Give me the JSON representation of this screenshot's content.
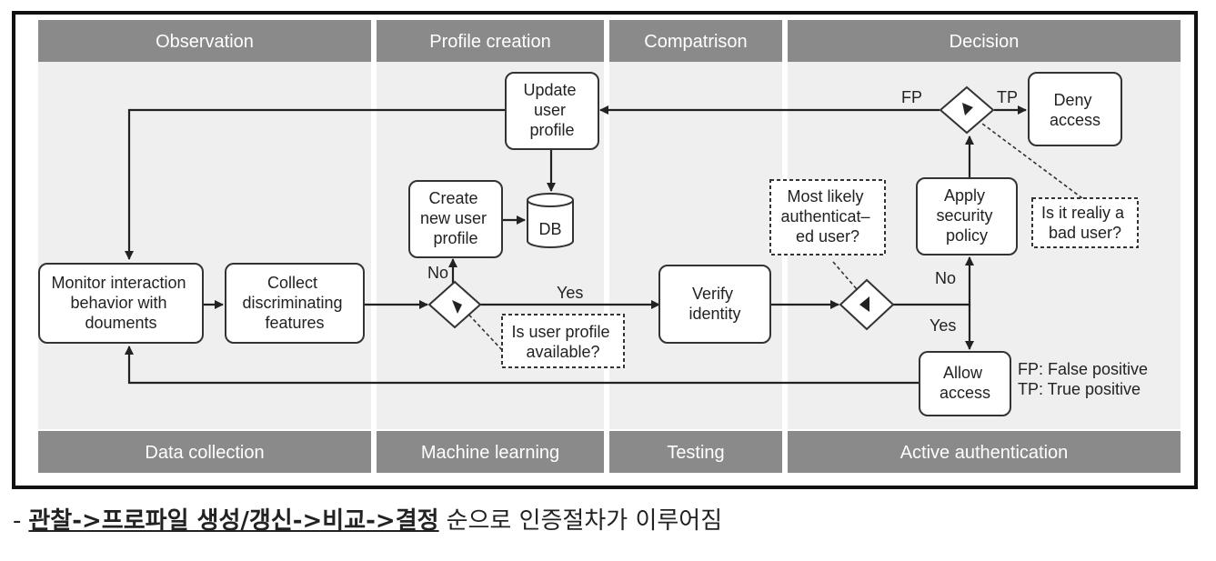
{
  "columns": {
    "observation": {
      "head": "Observation",
      "foot": "Data collection"
    },
    "profile": {
      "head": "Profile creation",
      "foot": "Machine learning"
    },
    "comparison": {
      "head": "Compatrison",
      "foot": "Testing"
    },
    "decision": {
      "head": "Decision",
      "foot": "Active authentication"
    }
  },
  "boxes": {
    "update_profile": [
      "Update",
      "user",
      "profile"
    ],
    "create_profile": [
      "Create",
      "new user",
      "profile"
    ],
    "db": "DB",
    "monitor": [
      "Monitor interaction",
      "behavior with",
      "douments"
    ],
    "collect": [
      "Collect",
      "discriminating",
      "features"
    ],
    "verify": [
      "Verify",
      "identity"
    ],
    "apply_policy": [
      "Apply",
      "security",
      "policy"
    ],
    "deny_access": [
      "Deny",
      "access"
    ],
    "allow_access": [
      "Allow",
      "access"
    ]
  },
  "notes": {
    "profile_available": [
      "Is user profile",
      "available?"
    ],
    "most_likely": [
      "Most likely",
      "authenticat–",
      "ed user?"
    ],
    "bad_user": [
      "Is it realiy a",
      "bad user?"
    ]
  },
  "labels": {
    "no_profile": "No",
    "yes_profile": "Yes",
    "fp": "FP",
    "tp": "TP",
    "no_auth": "No",
    "yes_auth": "Yes"
  },
  "legend": [
    "FP:  False positive",
    "TP:  True positive"
  ],
  "caption": {
    "lead": "-",
    "emphasis": "관찰->프로파일 생성/갱신->비교->결정",
    "rest": "순으로 인증절차가 이루어짐"
  }
}
